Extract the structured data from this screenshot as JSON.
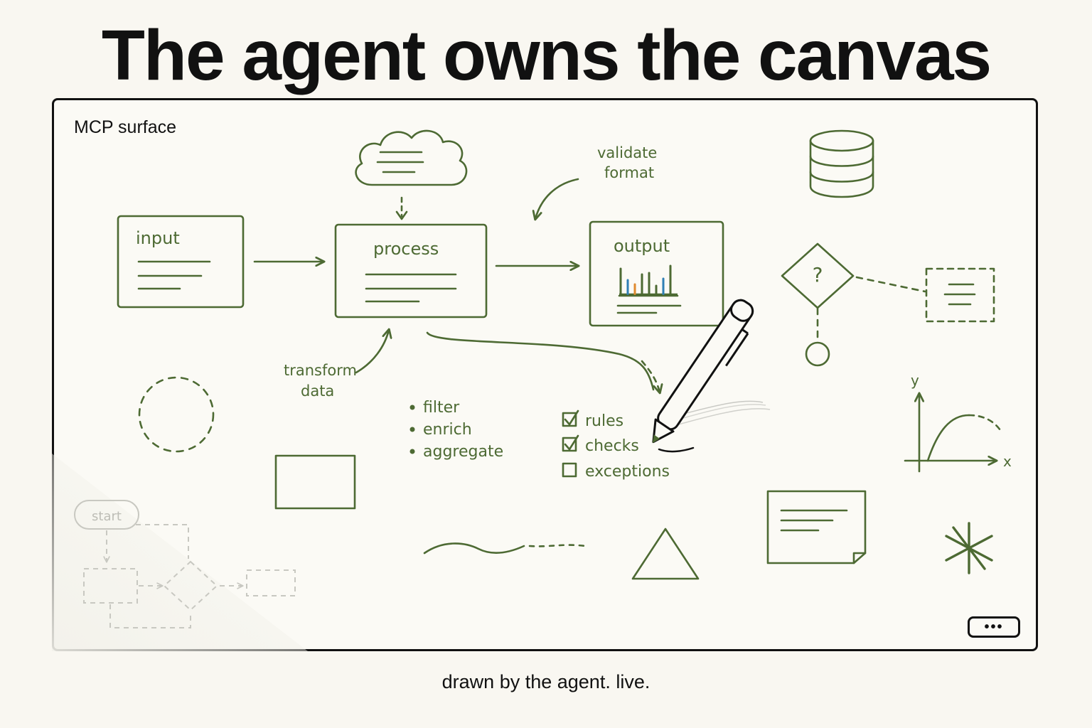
{
  "header": {
    "title": "The agent owns the canvas"
  },
  "surface": {
    "label": "MCP surface",
    "menu_label": "•••"
  },
  "diagram": {
    "nodes": {
      "input": "input",
      "process": "process",
      "output": "output",
      "decision": "?",
      "ghost_start": "start"
    },
    "annotations": {
      "validate_line1": "validate",
      "validate_line2": "format",
      "transform_line1": "transform",
      "transform_line2": "data"
    },
    "bullets": [
      "filter",
      "enrich",
      "aggregate"
    ],
    "checklist": [
      {
        "label": "rules",
        "checked": true
      },
      {
        "label": "checks",
        "checked": true
      },
      {
        "label": "exceptions",
        "checked": false
      }
    ],
    "axes": {
      "y": "y",
      "x": "x"
    },
    "chart_bar_colors": [
      "#4d6a33",
      "#2f7fb5",
      "#e08a2e",
      "#4d6a33",
      "#4d6a33",
      "#4d6a33",
      "#2f7fb5",
      "#4d6a33"
    ]
  },
  "footer": {
    "caption": "drawn by the agent. live."
  },
  "colors": {
    "ink": "#4d6a33",
    "text": "#111111",
    "background": "#f9f7f1",
    "ghost": "#c8c8c1"
  }
}
